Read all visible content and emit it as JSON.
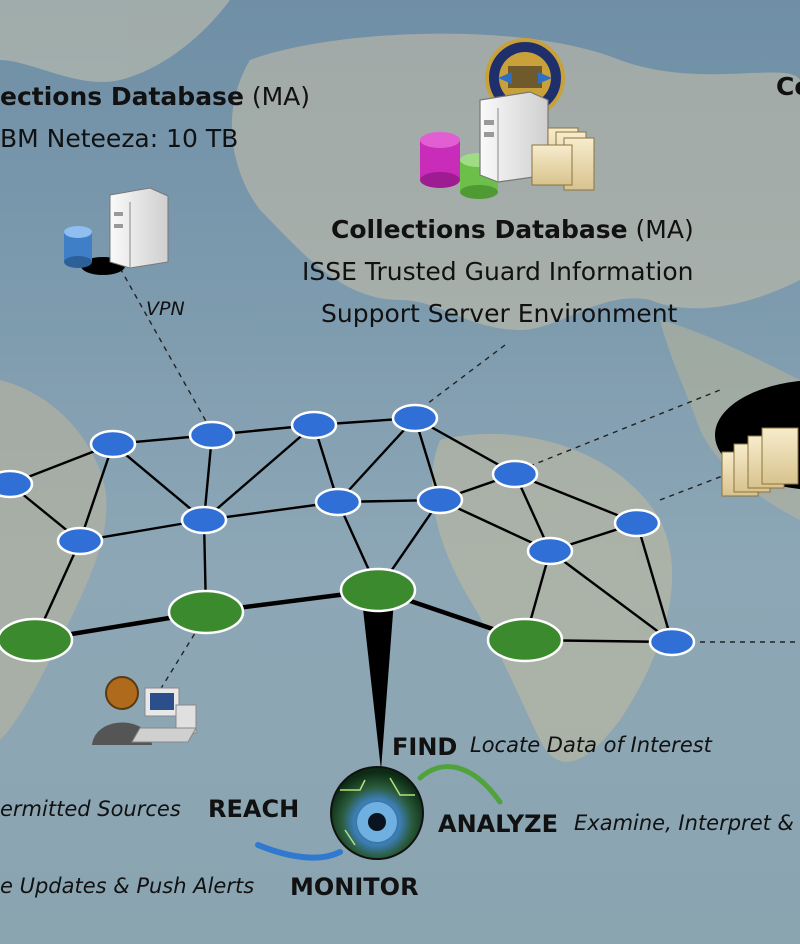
{
  "labels": {
    "left_db_title": "ections Database",
    "left_db_ma": "(MA)",
    "left_db_sub": "BM Neteeza: 10 TB",
    "center_db_title": "Collections Database",
    "center_db_ma": "(MA)",
    "center_db_sub1": "ISSE Trusted Guard Information",
    "center_db_sub2": "Support Server Environment",
    "right_db_title": "Co",
    "vpn": "VPN",
    "find": "FIND",
    "find_desc": "Locate Data of Interest",
    "analyze": "ANALYZE",
    "analyze_desc": "Examine, Interpret &",
    "reach": "REACH",
    "reach_desc": "ermitted Sources",
    "monitor": "MONITOR",
    "monitor_desc": "e Updates & Push Alerts"
  },
  "colors": {
    "node_blue": "#2f6fd6",
    "node_green": "#3c8a2e",
    "edge": "#000000",
    "cylinder_pink": "#c92cb8",
    "cylinder_green": "#6cc04a",
    "cylinder_blue": "#3f7fc8",
    "swoosh_green": "#4fa33a",
    "swoosh_blue": "#2f79d0"
  },
  "icons": [
    "server-icon",
    "database-cylinder-icon",
    "folder-stack-icon",
    "isse-seal-icon",
    "user-workstation-icon",
    "eye-circuit-icon"
  ]
}
